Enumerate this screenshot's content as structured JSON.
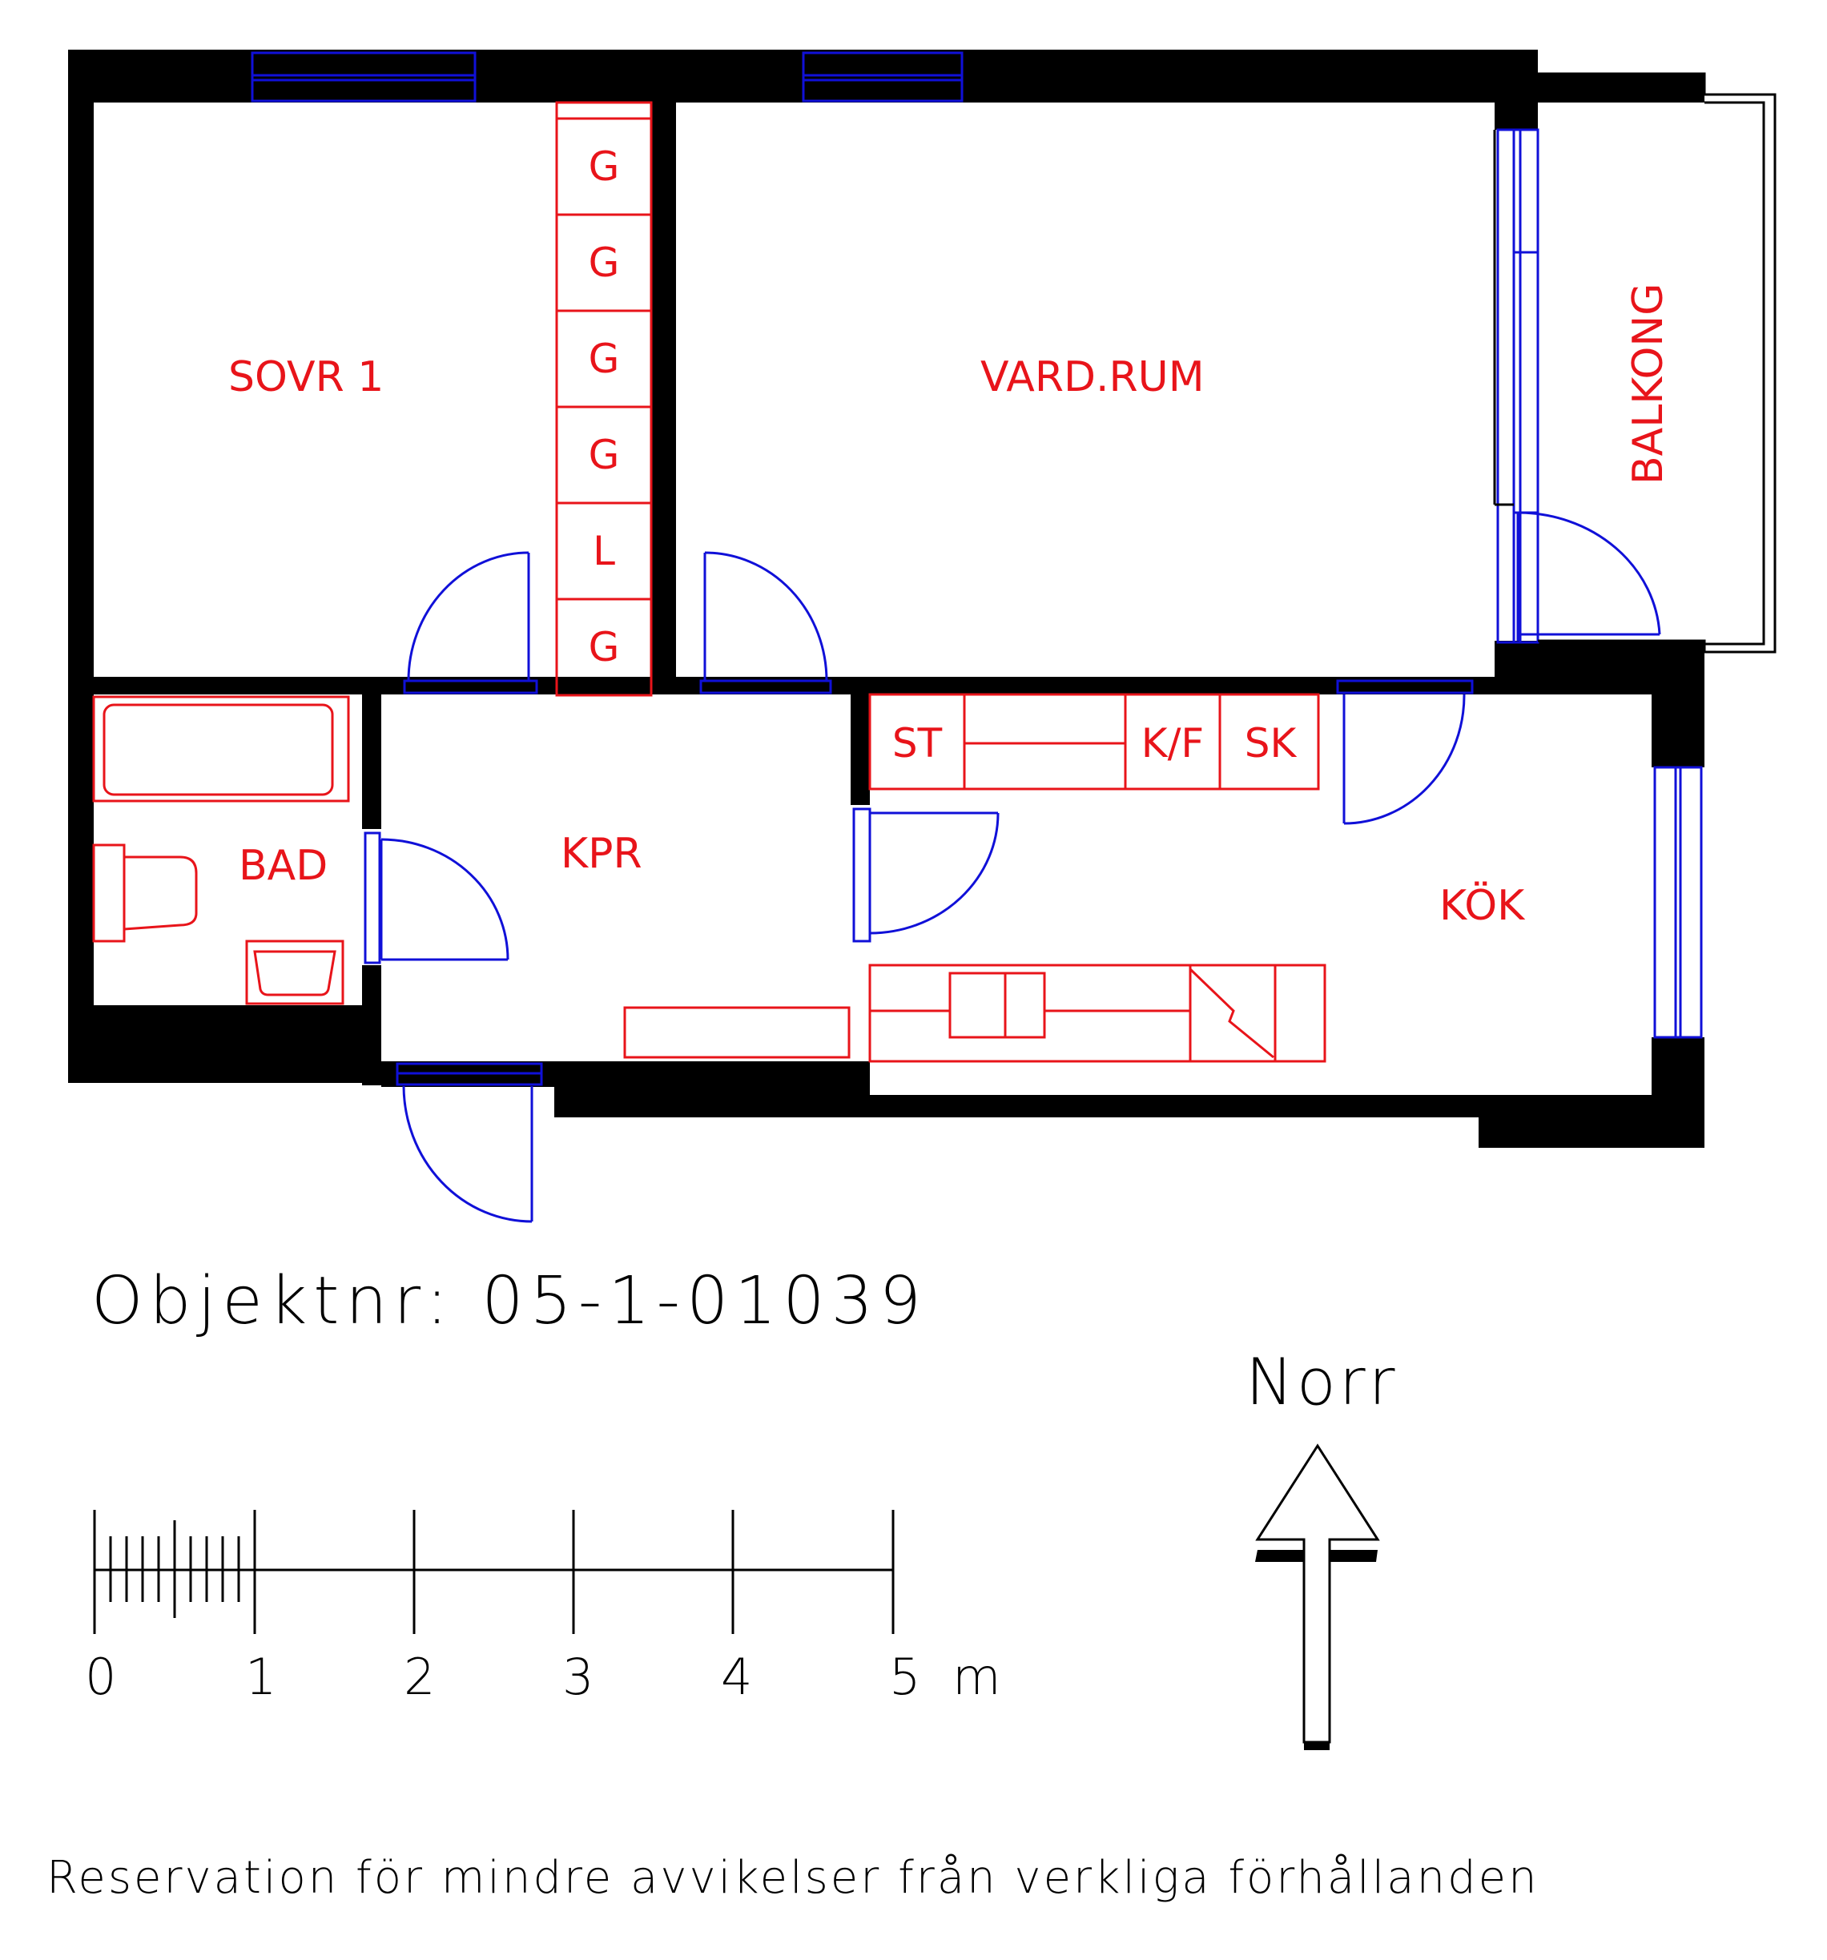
{
  "rooms": {
    "sovr": "SOVR  1",
    "vardrum": "VARD.RUM",
    "balkong": "BALKONG",
    "bad": "BAD",
    "kpr": "KPR",
    "kok": "KÖK"
  },
  "closets": [
    "G",
    "G",
    "G",
    "G",
    "L",
    "G"
  ],
  "kitchen_units": {
    "st": "ST",
    "kf": "K/F",
    "sk": "SK"
  },
  "object_number": "Objektnr: 05-1-01039",
  "north_label": "Norr",
  "scale": {
    "ticks": [
      "0",
      "1",
      "2",
      "3",
      "4",
      "5 m"
    ]
  },
  "disclaimer": "Reservation för mindre avvikelser från verkliga förhållanden",
  "colors": {
    "walls": "#000000",
    "fixtures": "#e8141a",
    "doors_windows": "#1010d8"
  }
}
